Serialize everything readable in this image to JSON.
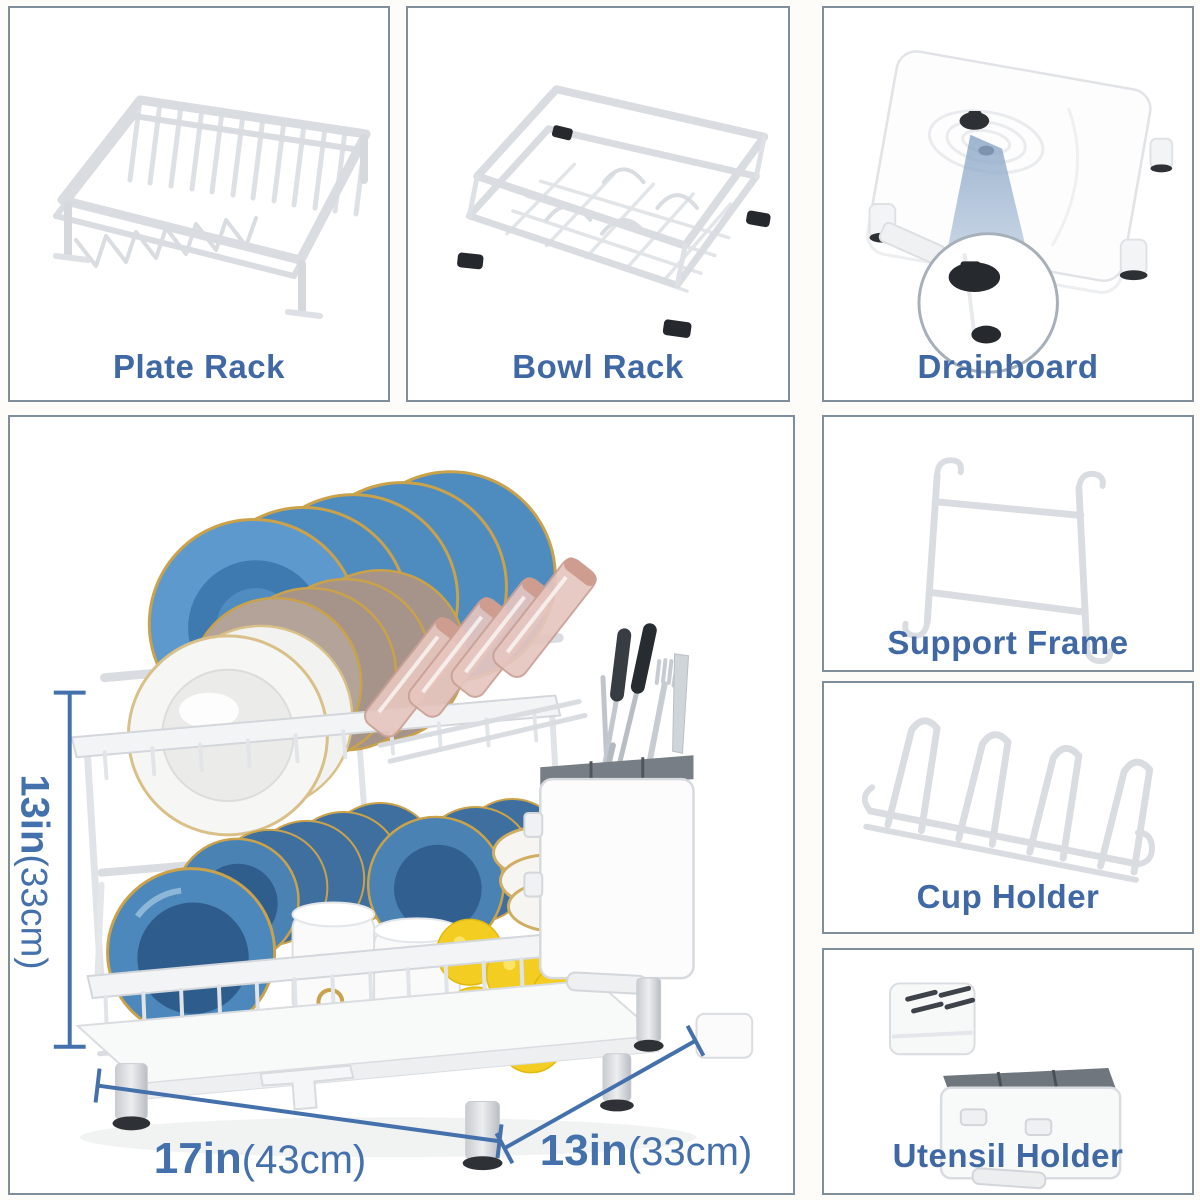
{
  "panels": {
    "plate_rack": {
      "label": "Plate Rack"
    },
    "bowl_rack": {
      "label": "Bowl Rack"
    },
    "drainboard": {
      "label": "Drainboard"
    },
    "support_frame": {
      "label": "Support Frame"
    },
    "cup_holder": {
      "label": "Cup Holder"
    },
    "utensil_holder": {
      "label": "Utensil Holder"
    }
  },
  "dimensions": {
    "height": {
      "inches": "13in",
      "metric": "(33cm)"
    },
    "width": {
      "inches": "17in",
      "metric": "(43cm)"
    },
    "depth": {
      "inches": "13in",
      "metric": "(33cm)"
    }
  },
  "colors": {
    "label_text": "#3f68a4",
    "dimension_annotation": "#4470ab",
    "panel_border": "#7f8e9b",
    "plate_blue": "#4e8bbf",
    "gold_rim": "#c9a24b",
    "lemon_yellow": "#f3cd22",
    "glass_pink": "#e6c6bf",
    "wire_white": "#d9dce0",
    "background": "#ffffff"
  }
}
